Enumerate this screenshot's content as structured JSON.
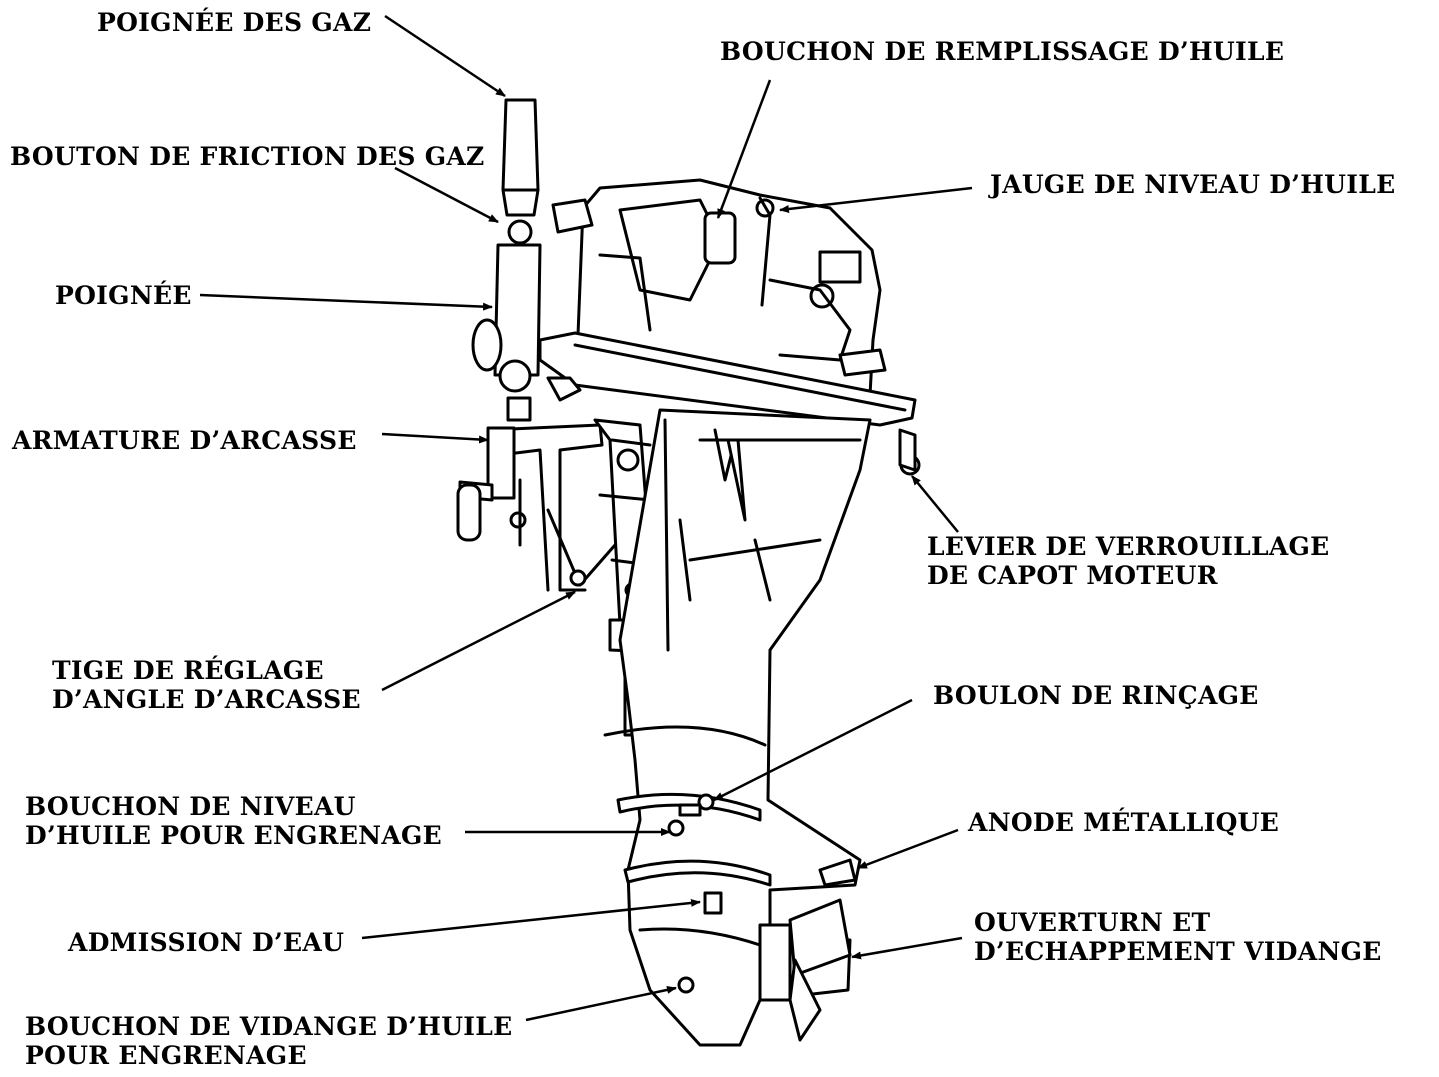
{
  "labels": {
    "throttle_grip": "POIGNÉE DES GAZ",
    "throttle_friction": "BOUTON DE FRICTION DES GAZ",
    "tiller": "POIGNÉE",
    "transom_bracket": "ARMATURE D’ARCASSE",
    "trim_rod": [
      "TIGE DE RÉGLAGE",
      "D’ANGLE D’ARCASSE"
    ],
    "gear_oil_level": [
      "BOUCHON DE NIVEAU",
      "D’HUILE POUR ENGRENAGE"
    ],
    "water_intake": "ADMISSION D’EAU",
    "gear_oil_drain": [
      "BOUCHON DE VIDANGE D’HUILE",
      "POUR ENGRENAGE"
    ],
    "oil_filler_cap": "BOUCHON DE REMPLISSAGE D’HUILE",
    "oil_dipstick": "JAUGE DE NIVEAU D’HUILE",
    "cover_lock_lever": [
      "LEVIER DE VERROUILLAGE",
      "DE CAPOT MOTEUR"
    ],
    "flushing_bolt": "BOULON DE RINÇAGE",
    "anode": "ANODE MÉTALLIQUE",
    "exhaust": [
      "OUVERTURN ET",
      "D’ECHAPPEMENT VIDANGE"
    ]
  }
}
